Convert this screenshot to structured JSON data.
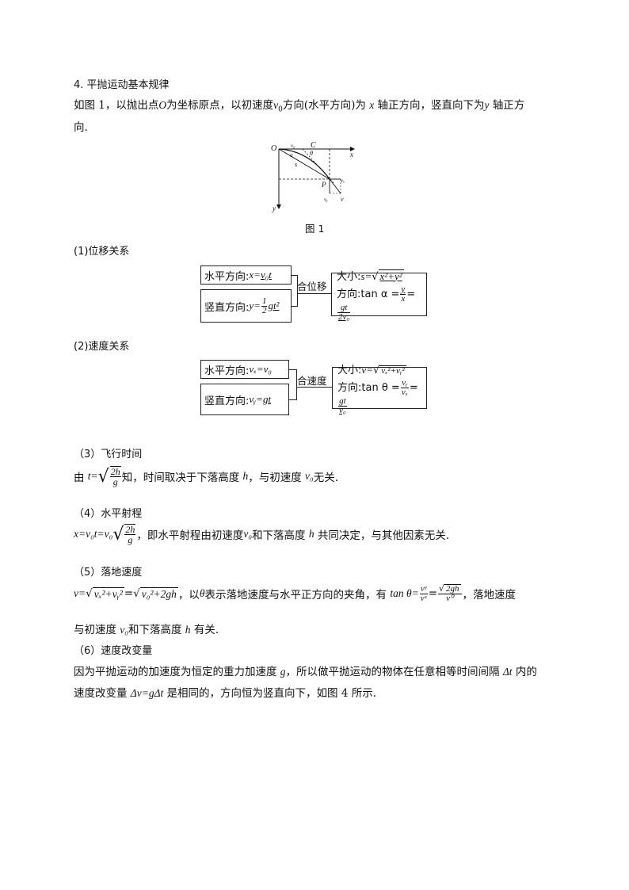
{
  "section_title": "4. 平抛运动基本规律",
  "intro": {
    "p1": "如图 1，以抛出点",
    "O": "O",
    "p2": "为坐标原点，以初速度",
    "v0": "v",
    "v0_sub": "0",
    "p3": "方向(水平方向)为",
    "x": "x",
    "p4": "轴正方向，竖直向下为",
    "y": "y",
    "p5": "轴正方",
    "line2": "向."
  },
  "figure": {
    "caption": "图 1",
    "labels": {
      "O": "O",
      "v0": "v₀",
      "C": "C",
      "x": "x",
      "theta": "θ",
      "alpha": "α",
      "s": "s",
      "P": "P",
      "vx": "vₓ",
      "vy": "vᵧ",
      "v": "v",
      "y": "y"
    }
  },
  "displacement": {
    "heading": "(1)位移关系",
    "horizontal_prefix": "水平方向:",
    "horizontal_eq": "x=",
    "horizontal_val": "v₀t",
    "vertical_prefix": "竖直方向:",
    "vertical_eq": "y=",
    "vertical_val": "gt²",
    "half_num": "1",
    "half_den": "2",
    "combine": "合位移",
    "mag_prefix": "大小:",
    "mag_eq": "s=",
    "mag_root": "x²+y²",
    "dir_prefix": "方向:",
    "dir_eq": "tan α =",
    "dir_f1_num": "y",
    "dir_f1_den": "x",
    "dir_eq2": "=",
    "dir_f2_num": "gt",
    "dir_f2_den": "2v₀"
  },
  "velocity": {
    "heading": "(2)速度关系",
    "horizontal_prefix": "水平方向:",
    "horizontal_eq": "vₓ=v₀",
    "vertical_prefix": "竖直方向:",
    "vertical_eq": "vᵧ=",
    "vertical_val": "gt",
    "combine": "合速度",
    "mag_prefix": "大小:",
    "mag_eq": "v=",
    "mag_root": "vₓ²+vᵧ²",
    "dir_prefix": "方向:",
    "dir_eq": "tan θ =",
    "dir_f1_num": "vᵧ",
    "dir_f1_den": "vₓ",
    "dir_eq2": "=",
    "dir_f2_num": "gt",
    "dir_f2_den": "v₀"
  },
  "flight_time": {
    "heading": "（3）飞行时间",
    "p1": "由",
    "t_eq": "t=",
    "num": "2h",
    "den": "g",
    "p2": "知，时间取决于下落高度",
    "h": "h",
    "p3": "，与初速度",
    "v0": "v₀",
    "p4": "无关."
  },
  "range": {
    "heading": "（4）水平射程",
    "eq1": "x=v₀t=v₀",
    "num": "2h",
    "den": "g",
    "p1": "，即水平射程由初速度",
    "v0": "v₀",
    "p2": "和下落高度",
    "h": "h",
    "p3": "共同决定，与其他因素无关."
  },
  "landing": {
    "heading": "（5）落地速度",
    "eq_v": "v=",
    "root1": "vₓ²+vᵧ²",
    "eq2": "=",
    "root2": "v₀²+2gh",
    "p1": "，以",
    "theta": "θ",
    "p2": "表示落地速度与水平正方向的夹角，有",
    "tan": "tan θ=",
    "f1_num": "vʸ",
    "f1_den": "vˣ",
    "eq3": "=",
    "f2_num_root": "2gh",
    "f2_den": "v⁰",
    "p3": "，落地速度",
    "line2_p1": "与初速度",
    "v0": "v₀",
    "line2_p2": "和下落高度",
    "h": "h",
    "line2_p3": "有关."
  },
  "delta_v": {
    "heading": "（6）速度改变量",
    "p1": "因为平抛运动的加速度为恒定的重力加速度",
    "g": "g",
    "p2": "，所以做平抛运动的物体在任意相等时间间隔",
    "dt": "Δt",
    "p3": "内的",
    "line2_p1": "速度改变量",
    "eq": "Δv=gΔt",
    "line2_p2": "是相同的，方向恒为竖直向下，如图 4 所示."
  }
}
